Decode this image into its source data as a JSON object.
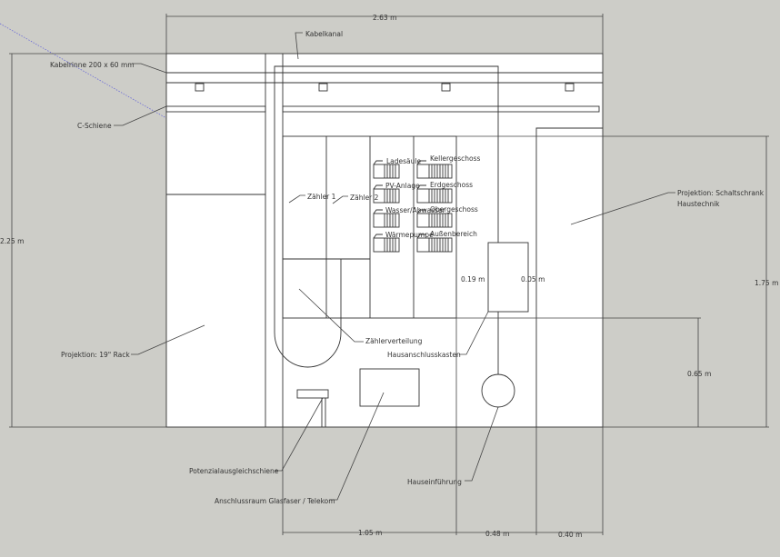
{
  "dimensions": {
    "width_total": "2.63 m",
    "height_total": "2.25 m",
    "height_cabinet": "1.75 m",
    "height_lower": "0.65 m",
    "width_meter": "1.05 m",
    "width_mid": "0.48 m",
    "width_right": "0.40 m",
    "box_width": "0.19 m",
    "box_depth": "0.05 m"
  },
  "labels": {
    "kabelkanal": "Kabelkanal",
    "kabelrinne": "Kabelrinne 200 x 60 mm",
    "c_schiene": "C-Schiene",
    "zaehler1": "Zähler 1",
    "zaehler2": "Zähler 2",
    "ladesaeule": "Ladesäule",
    "pv": "PV-Anlage",
    "wasser": "Wasser/Abwasser",
    "waermepumpe": "Wärmepumpe",
    "keller": "Kellergeschoss",
    "erd": "Erdgeschoss",
    "ober": "Obergeschoss",
    "aussen": "Außenbereich",
    "schaltschrank1": "Projektion: Schaltschrank",
    "schaltschrank2": "Haustechnik",
    "rack": "Projektion: 19\" Rack",
    "zaehlerverteilung": "Zählerverteilung",
    "hak": "Hausanschlusskasten",
    "pas": "Potenzialausgleichschiene",
    "glasfaser": "Anschlussraum Glasfaser / Telekom",
    "hauseinfuehrung": "Hauseinführung"
  }
}
